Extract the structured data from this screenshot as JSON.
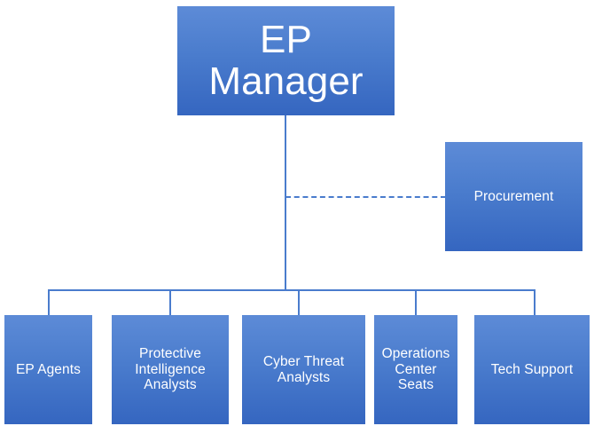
{
  "diagram": {
    "type": "org-chart",
    "title": "EP Manager organizational chart",
    "colors": {
      "node_fill_top": "#5d8bd7",
      "node_fill_bottom": "#3566c0",
      "connector": "#4a7ccd",
      "node_text": "#ffffff",
      "background": "#ffffff"
    },
    "root": {
      "label": "EP\nManager"
    },
    "dotted_relation": {
      "label": "Procurement",
      "line_style": "dashed"
    },
    "children": [
      {
        "label": "EP Agents"
      },
      {
        "label": "Protective\nIntelligence\nAnalysts"
      },
      {
        "label": "Cyber Threat\nAnalysts"
      },
      {
        "label": "Operations\nCenter\nSeats"
      },
      {
        "label": "Tech Support"
      }
    ]
  }
}
